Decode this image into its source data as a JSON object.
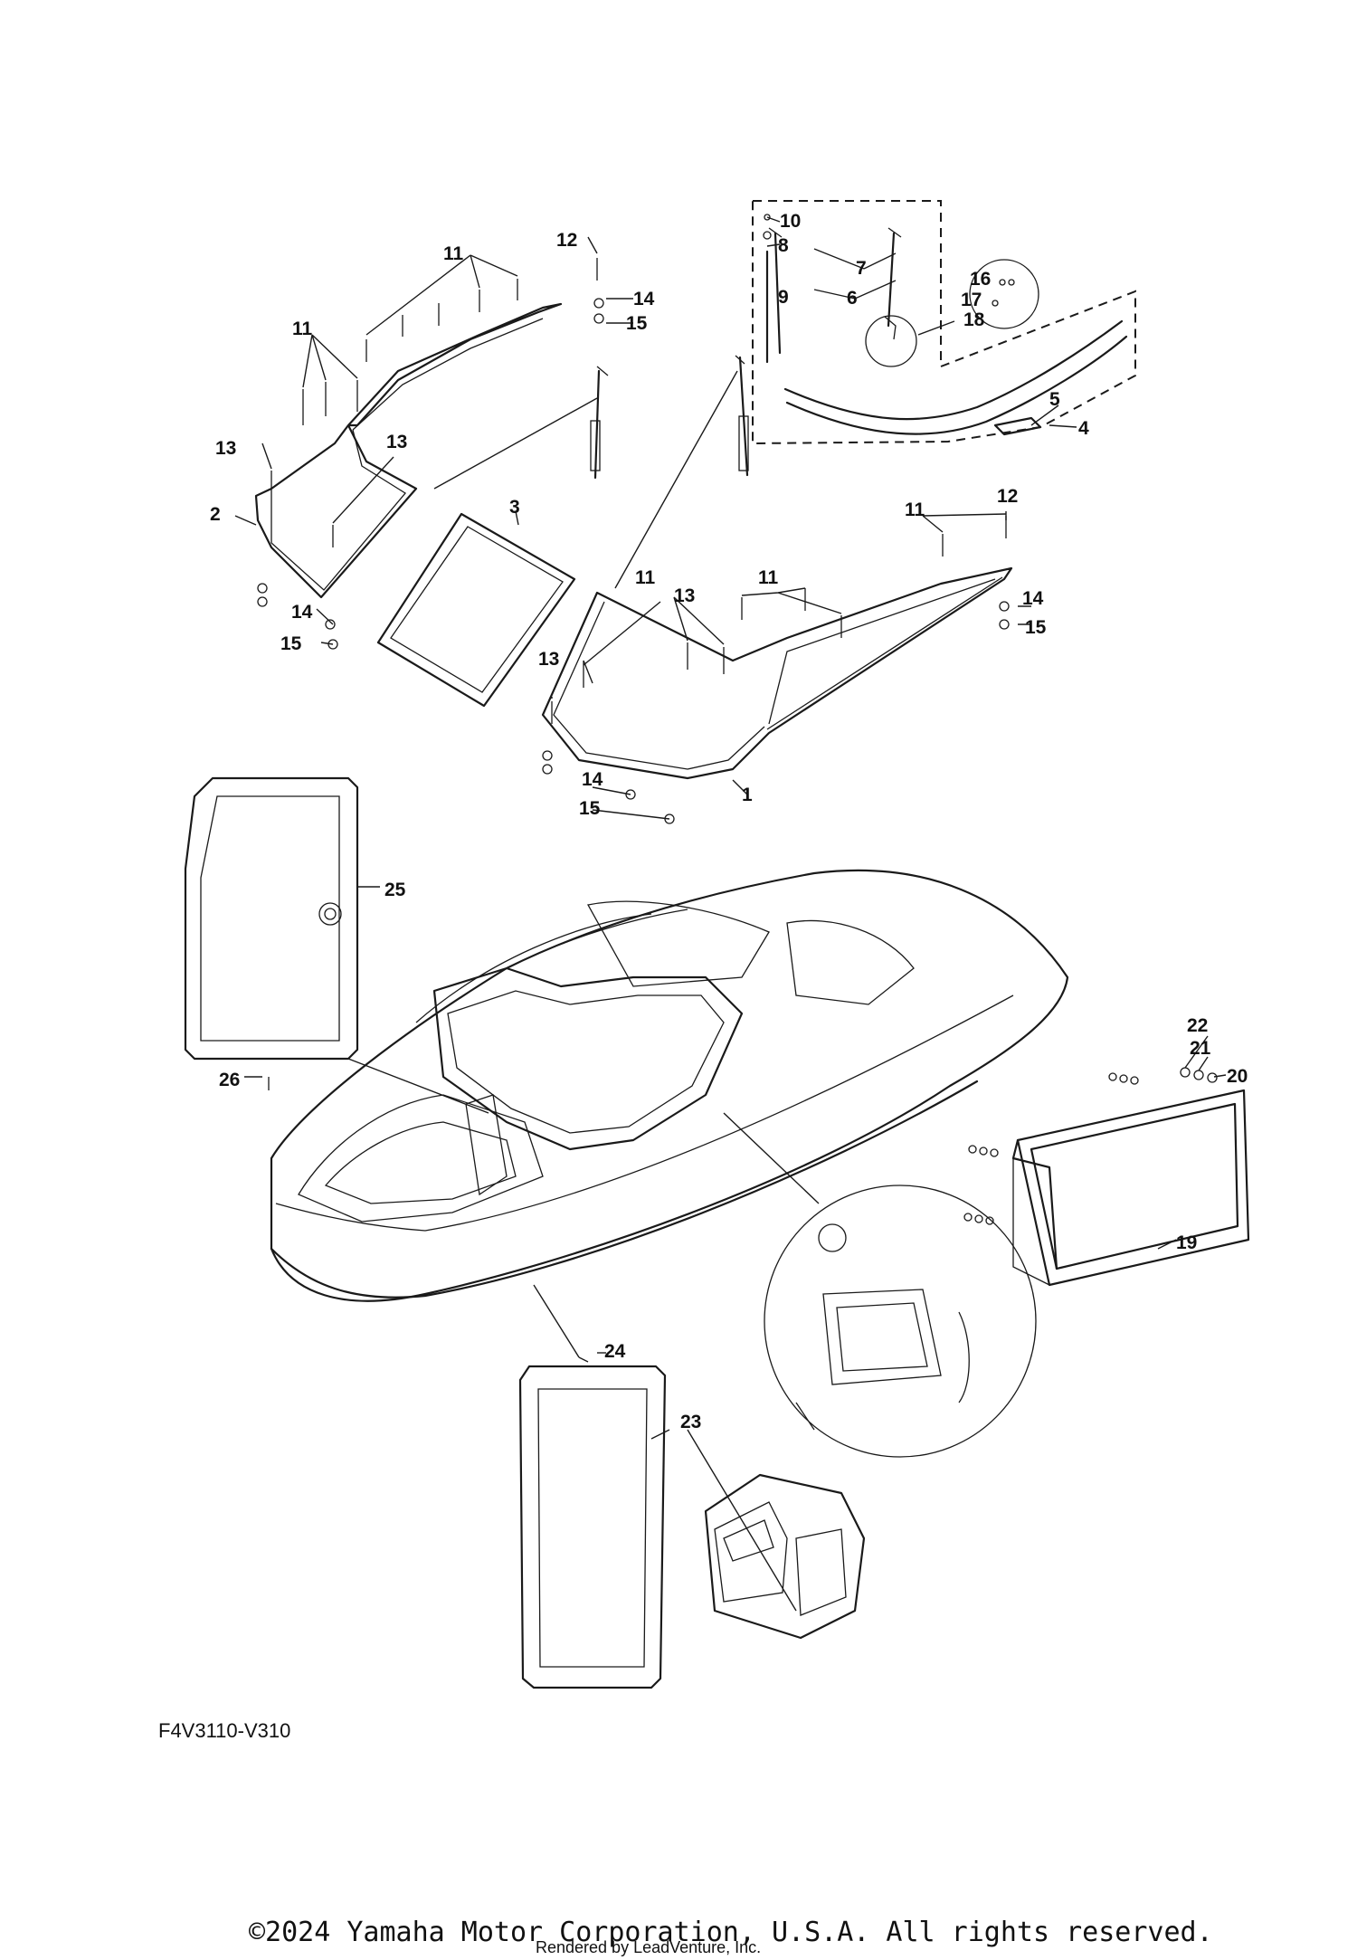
{
  "diagram_code": "F4V3110-V310",
  "copyright": "©2024 Yamaha Motor Corporation, U.S.A. All rights reserved.",
  "rendered_by": "Rendered by LeadVenture, Inc.",
  "callouts": {
    "c1": "1",
    "c2": "2",
    "c3": "3",
    "c4": "4",
    "c5": "5",
    "c6": "6",
    "c7": "7",
    "c8": "8",
    "c9": "9",
    "c10": "10",
    "c11": "11",
    "c12": "12",
    "c13": "13",
    "c14": "14",
    "c15": "15",
    "c16": "16",
    "c17": "17",
    "c18": "18",
    "c19": "19",
    "c20": "20",
    "c21": "21",
    "c22": "22",
    "c23": "23",
    "c24": "24",
    "c25": "25",
    "c26": "26"
  }
}
